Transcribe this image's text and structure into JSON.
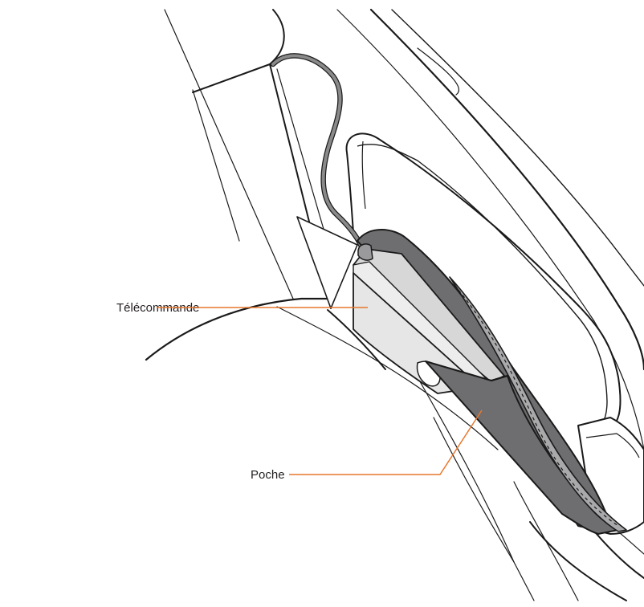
{
  "callouts": {
    "remote": {
      "label": "Télécommande",
      "icon": "remote-control"
    },
    "pocket": {
      "label": "Poche",
      "icon": "pocket"
    }
  },
  "colors": {
    "leader_line": "#e8772e",
    "outline": "#1a1a1a",
    "pocket_dark": "#6e6e70",
    "pocket_light": "#a9a9ab",
    "remote_fill": "#e6e6e6",
    "cable": "#8a8a8a",
    "background": "#ffffff"
  }
}
